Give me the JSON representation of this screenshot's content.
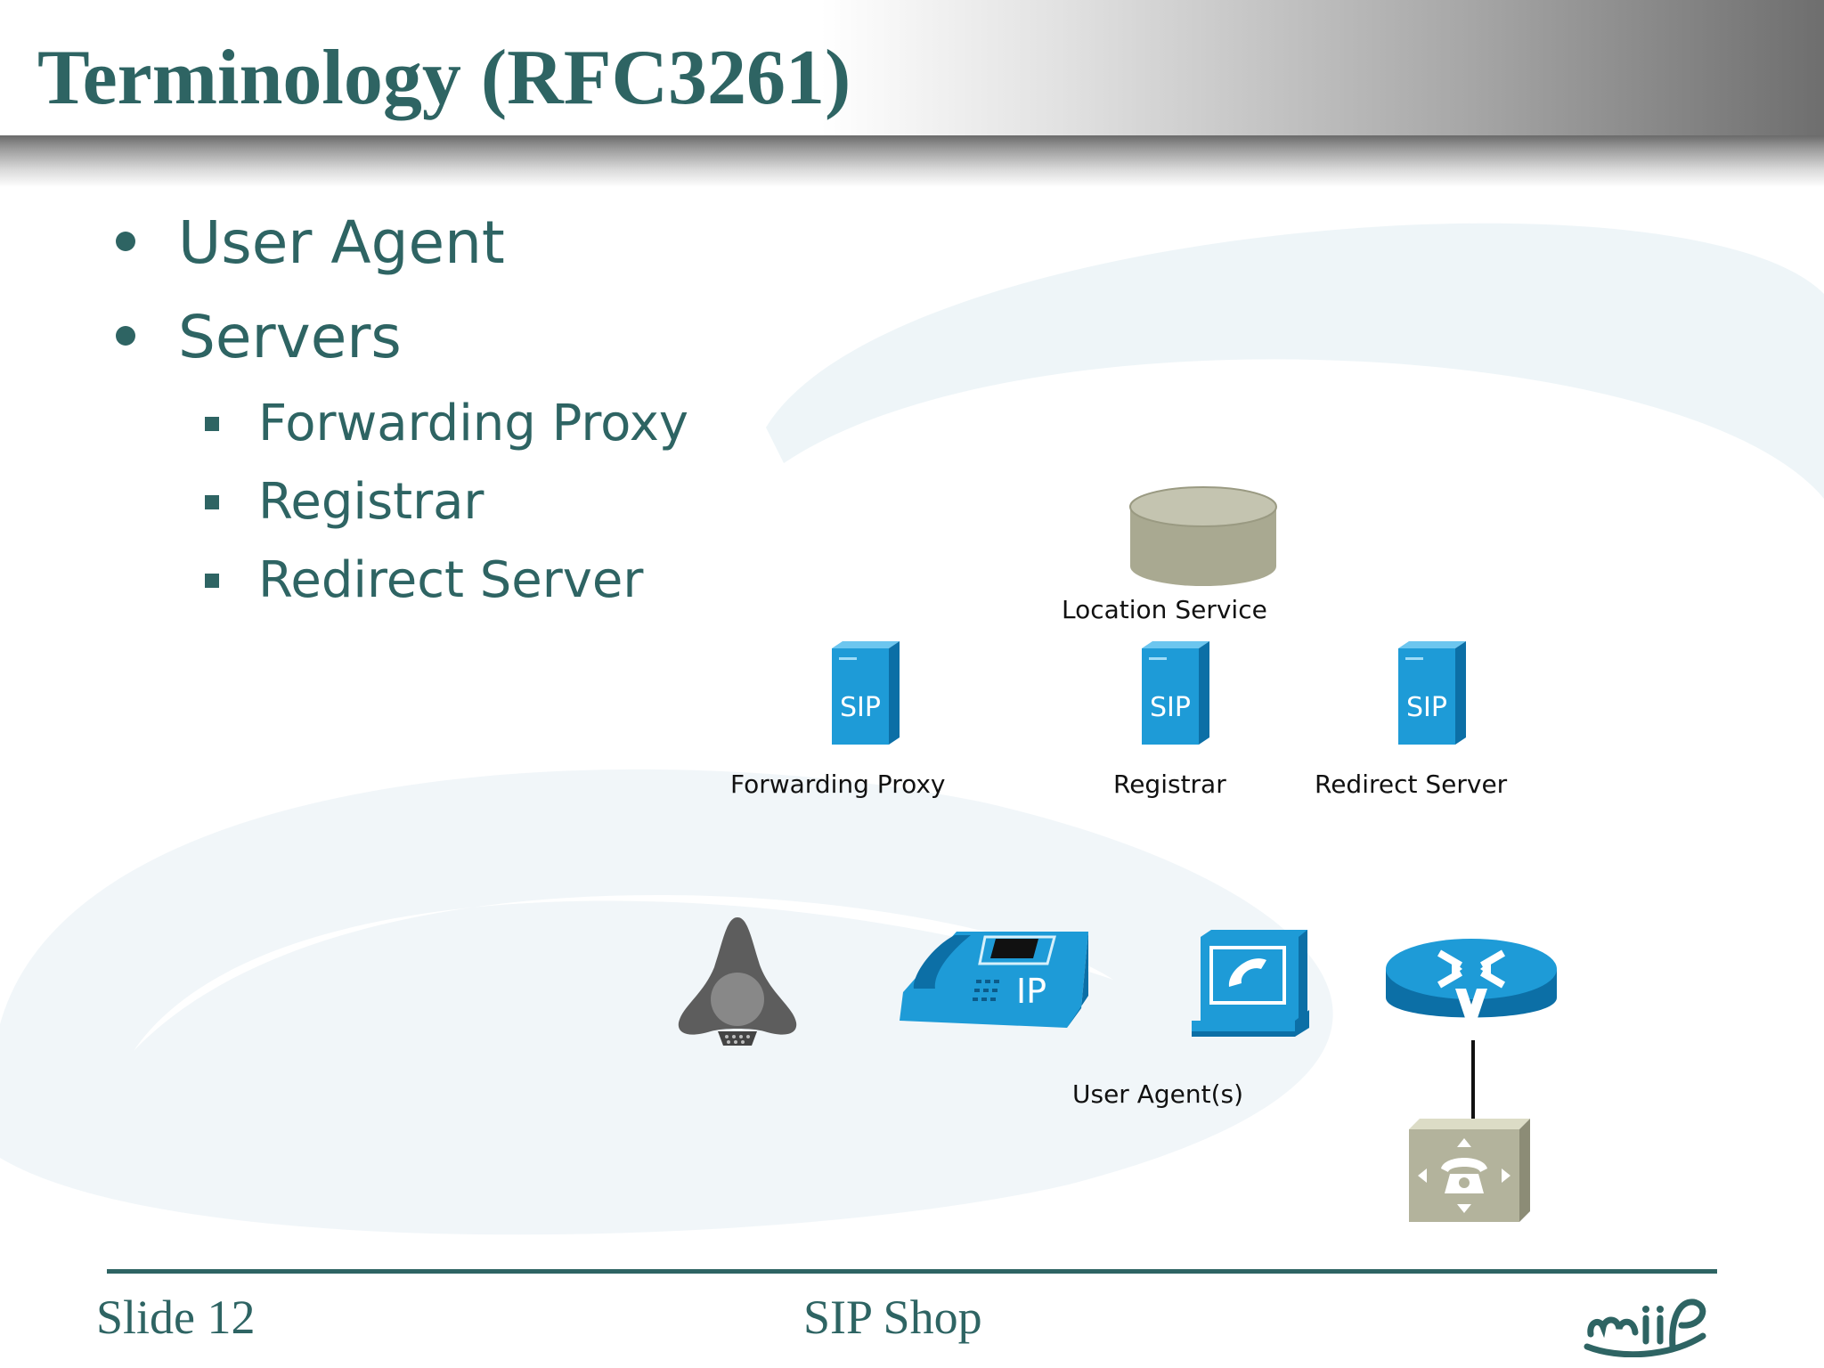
{
  "slide": {
    "title": "Terminology (RFC3261)",
    "bullets": [
      {
        "text": "User Agent"
      },
      {
        "text": "Servers",
        "sub": [
          "Forwarding Proxy",
          "Registrar",
          "Redirect Server"
        ]
      }
    ]
  },
  "diagram": {
    "location_service": "Location Service",
    "servers": [
      "Forwarding Proxy",
      "Registrar",
      "Redirect Server"
    ],
    "server_icon_text": "SIP",
    "ip_phone_text": "IP",
    "user_agents_label": "User Agent(s)"
  },
  "footer": {
    "slide_number": "Slide 12",
    "center": "SIP Shop"
  },
  "colors": {
    "title": "#2e6463",
    "accent_blue": "#1e9bd7",
    "database": "#b3b39c"
  }
}
